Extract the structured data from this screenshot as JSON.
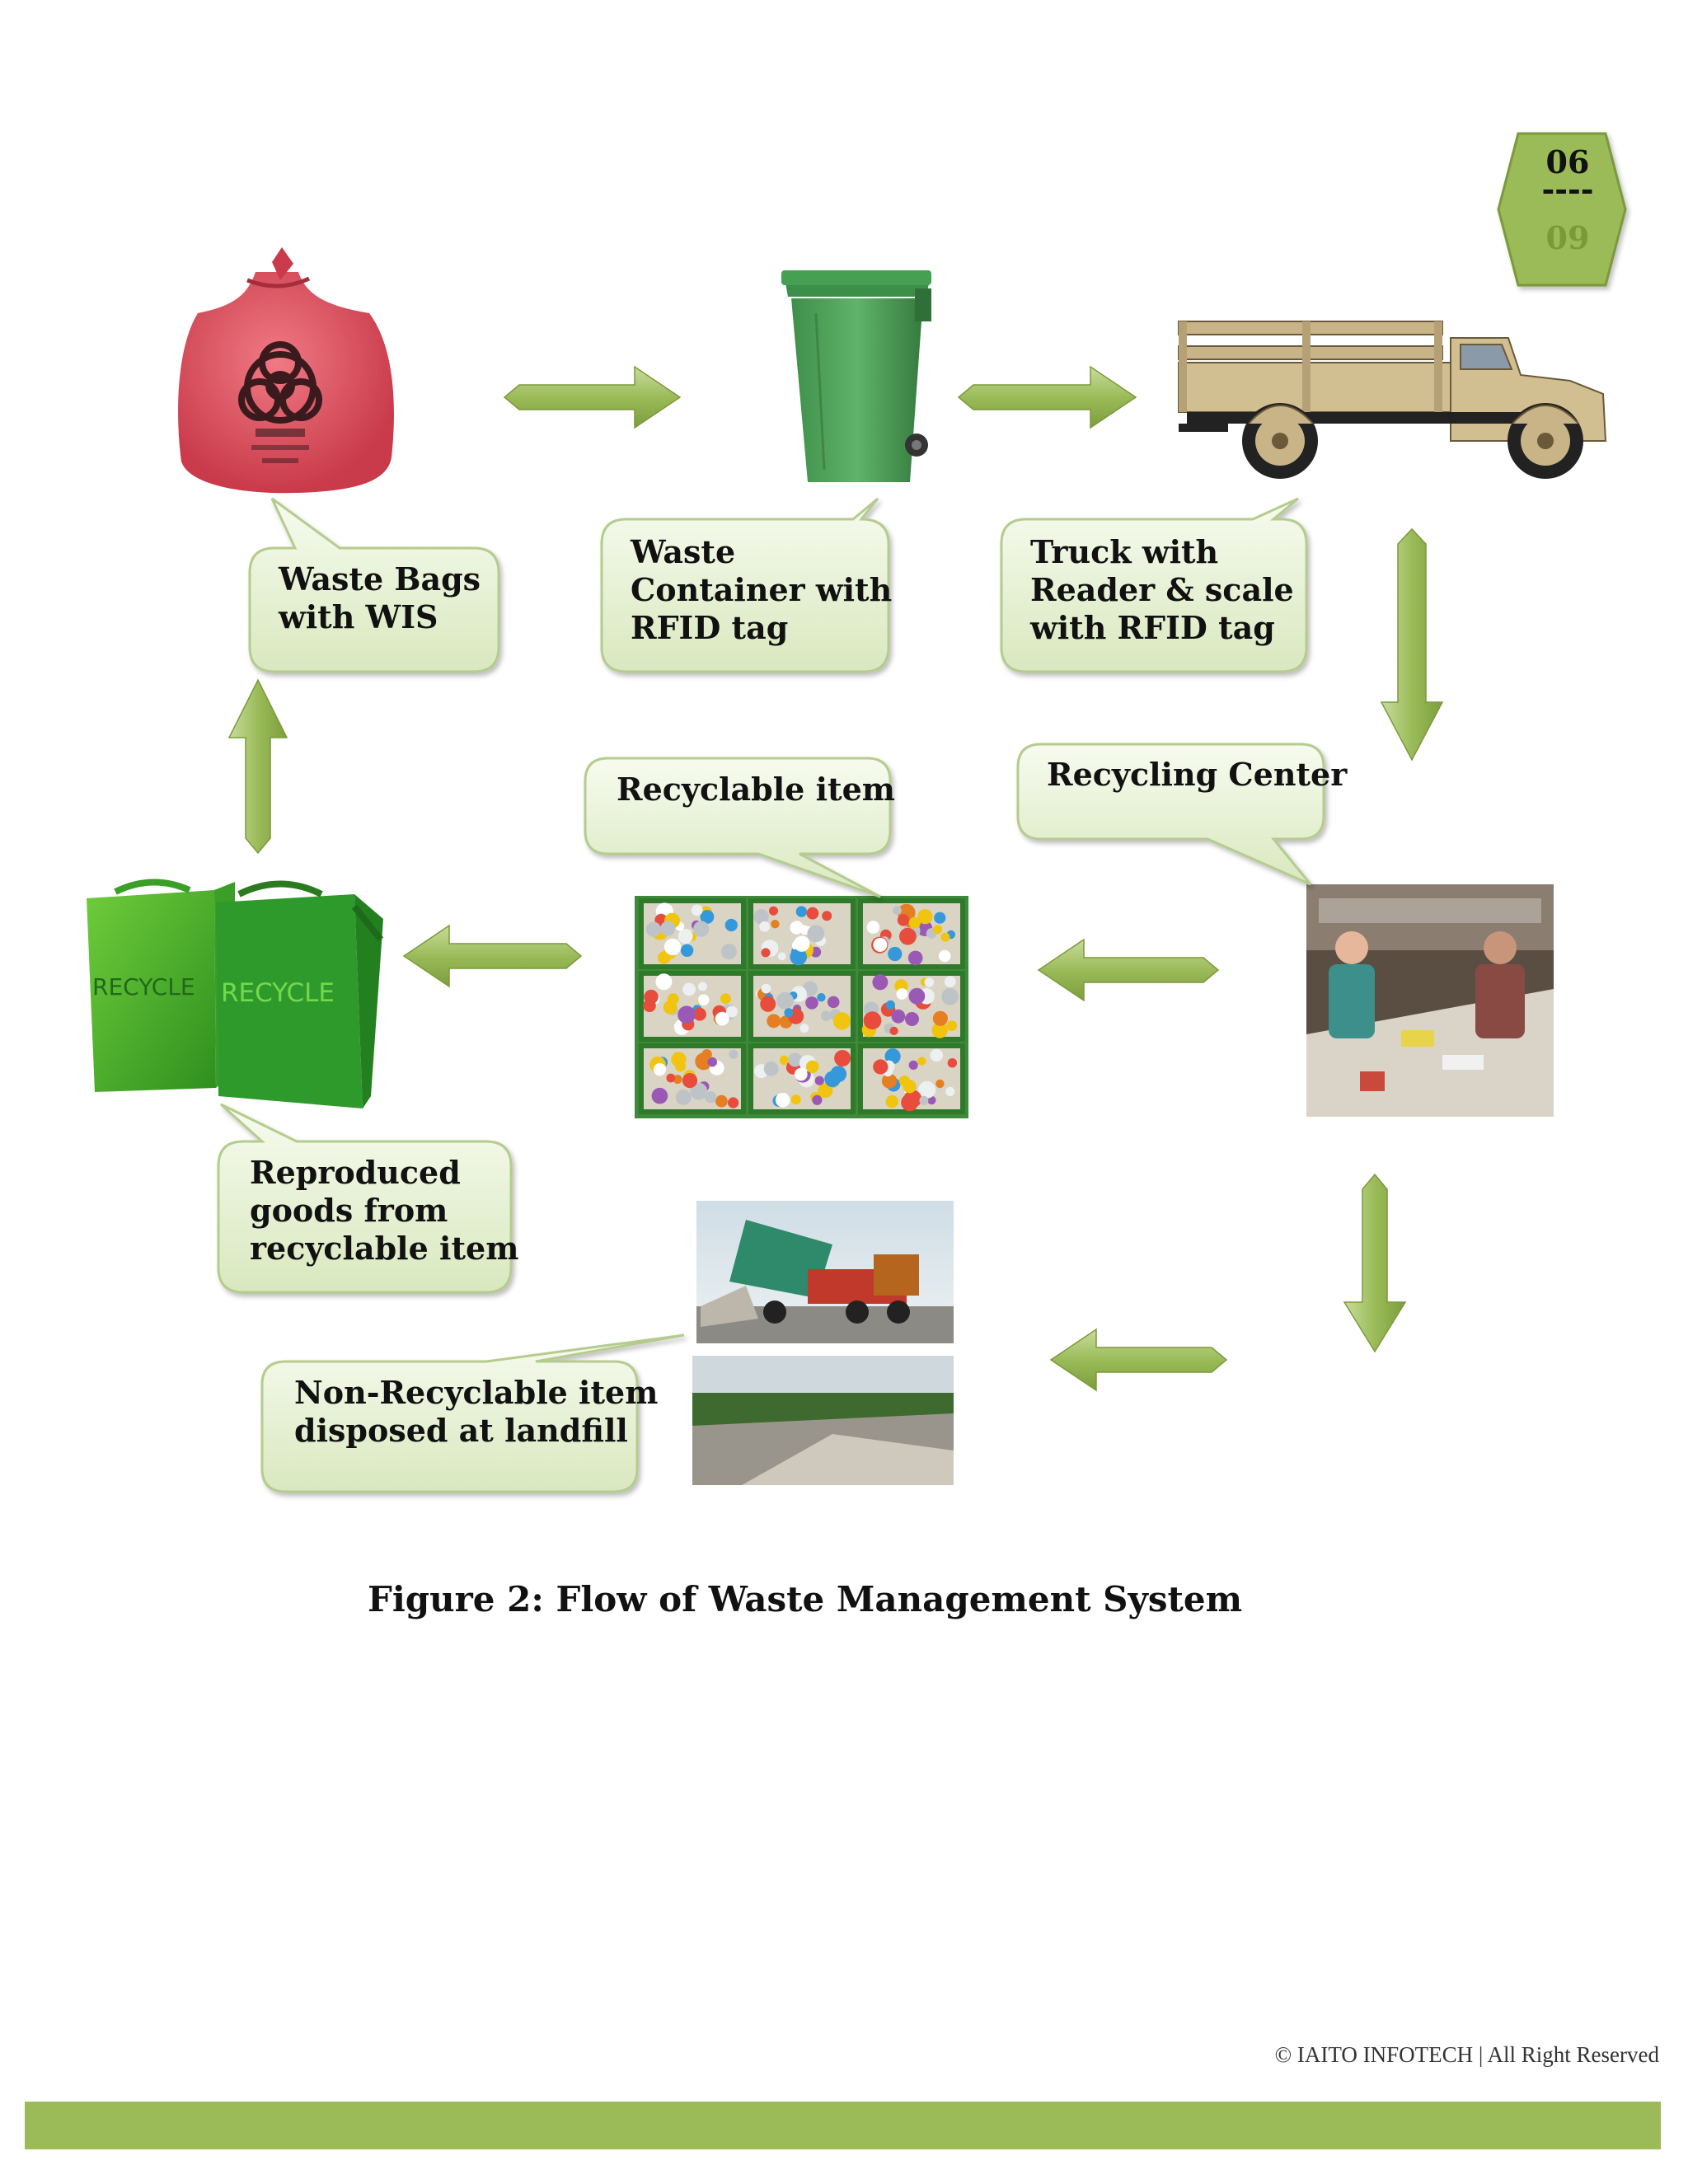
{
  "page_badge": {
    "current": "06",
    "separator": "----",
    "total": "09"
  },
  "nodes": {
    "waste_bag": {
      "label": "Waste Bags\nwith WIS"
    },
    "container": {
      "label": "Waste\nContainer with\nRFID tag"
    },
    "truck": {
      "label": "Truck with\nReader & scale\nwith RFID tag"
    },
    "recycling_center": {
      "label": "Recycling Center"
    },
    "recyclable_item": {
      "label": "Recyclable item"
    },
    "reproduced_goods": {
      "label": "Reproduced\ngoods from\nrecyclable item"
    },
    "landfill": {
      "label": "Non-Recyclable item\ndisposed at landfill"
    }
  },
  "recycle_bag_text": "RECYCLE",
  "caption": "Figure 2: Flow of Waste Management System",
  "footer": {
    "copyright": "© IAITO INFOTECH  |  All Right Reserved"
  },
  "colors": {
    "arrow": "#9bbb59",
    "arrow_dark": "#7a9a3a",
    "callout_fill": "#e4efcf",
    "callout_stroke": "#b5cc8e",
    "footer_bar": "#9bbb59",
    "badge_fill": "#9bbb59"
  }
}
